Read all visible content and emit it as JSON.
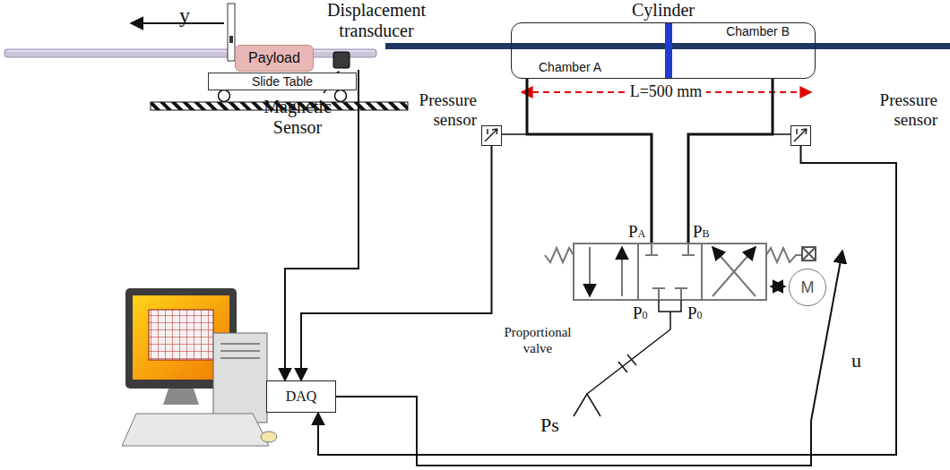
{
  "diagram": {
    "nodes": [
      {
        "text": [
          "Payload"
        ]
      },
      {
        "text": [
          "Slide Table"
        ]
      },
      {
        "text": [
          "Cylinder",
          "Chamber B",
          "Chamber A"
        ]
      },
      {
        "text": [
          "Pressure sensor"
        ]
      },
      {
        "text": [
          "Pressure sensor"
        ]
      },
      {
        "text": [
          "M"
        ]
      },
      {
        "text": [
          "DAQ"
        ]
      }
    ],
    "edges": [
      {
        "from": 3,
        "to": 6,
        "arrow": "to"
      },
      {
        "from": 4,
        "to": 6,
        "arrow": "to"
      }
    ],
    "labels": [
      "y",
      "Displacement transducer",
      "Magnetic Sensor",
      "L=500 mm",
      "PA",
      "PB",
      "P0",
      "P0",
      "Proportional valve",
      "u",
      "Ps"
    ]
  }
}
